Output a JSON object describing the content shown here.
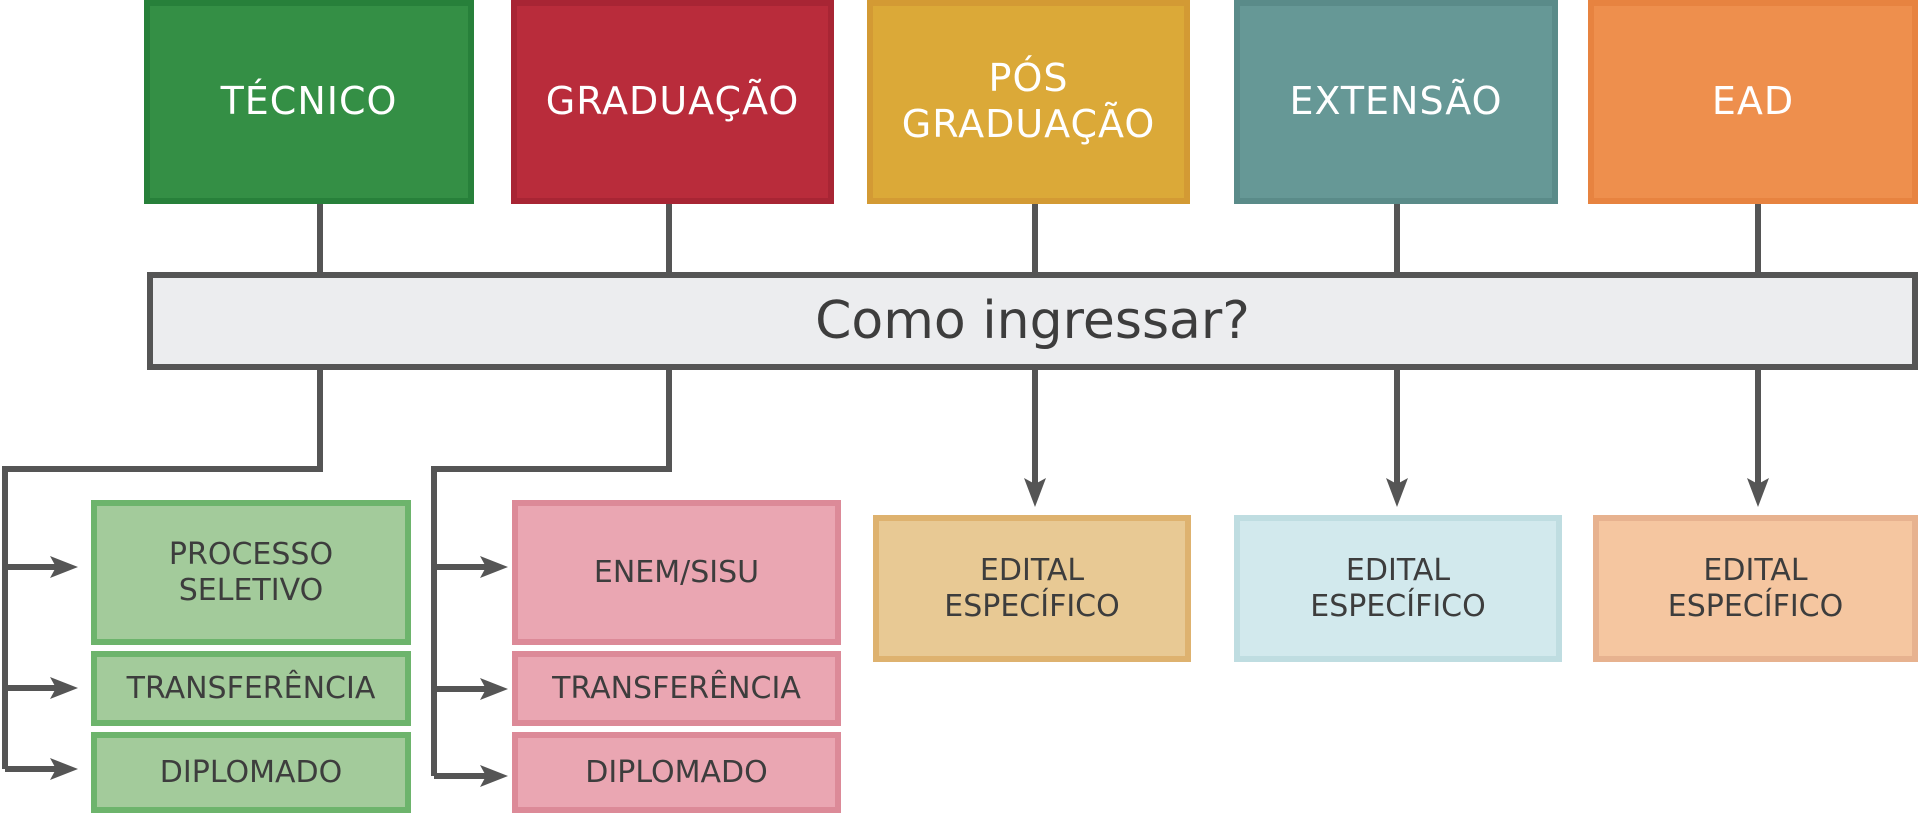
{
  "levels": [
    {
      "label": "TÉCNICO",
      "color": "#348f45"
    },
    {
      "label": "GRADUAÇÃO",
      "color": "#b92c3b"
    },
    {
      "label": "PÓS GRADUAÇÃO",
      "color": "#dba938"
    },
    {
      "label": "EXTENSÃO",
      "color": "#669896"
    },
    {
      "label": "EAD",
      "color": "#ee8f4d"
    }
  ],
  "central": "Como ingressar?",
  "tecnico_options": [
    "PROCESSO SELETIVO",
    "TRANSFERÊNCIA",
    "DIPLOMADO"
  ],
  "graduacao_options": [
    "ENEM/SISU",
    "TRANSFERÊNCIA",
    "DIPLOMADO"
  ],
  "pos_option": "EDITAL ESPECÍFICO",
  "extensao_option": "EDITAL ESPECÍFICO",
  "ead_option": "EDITAL ESPECÍFICO"
}
